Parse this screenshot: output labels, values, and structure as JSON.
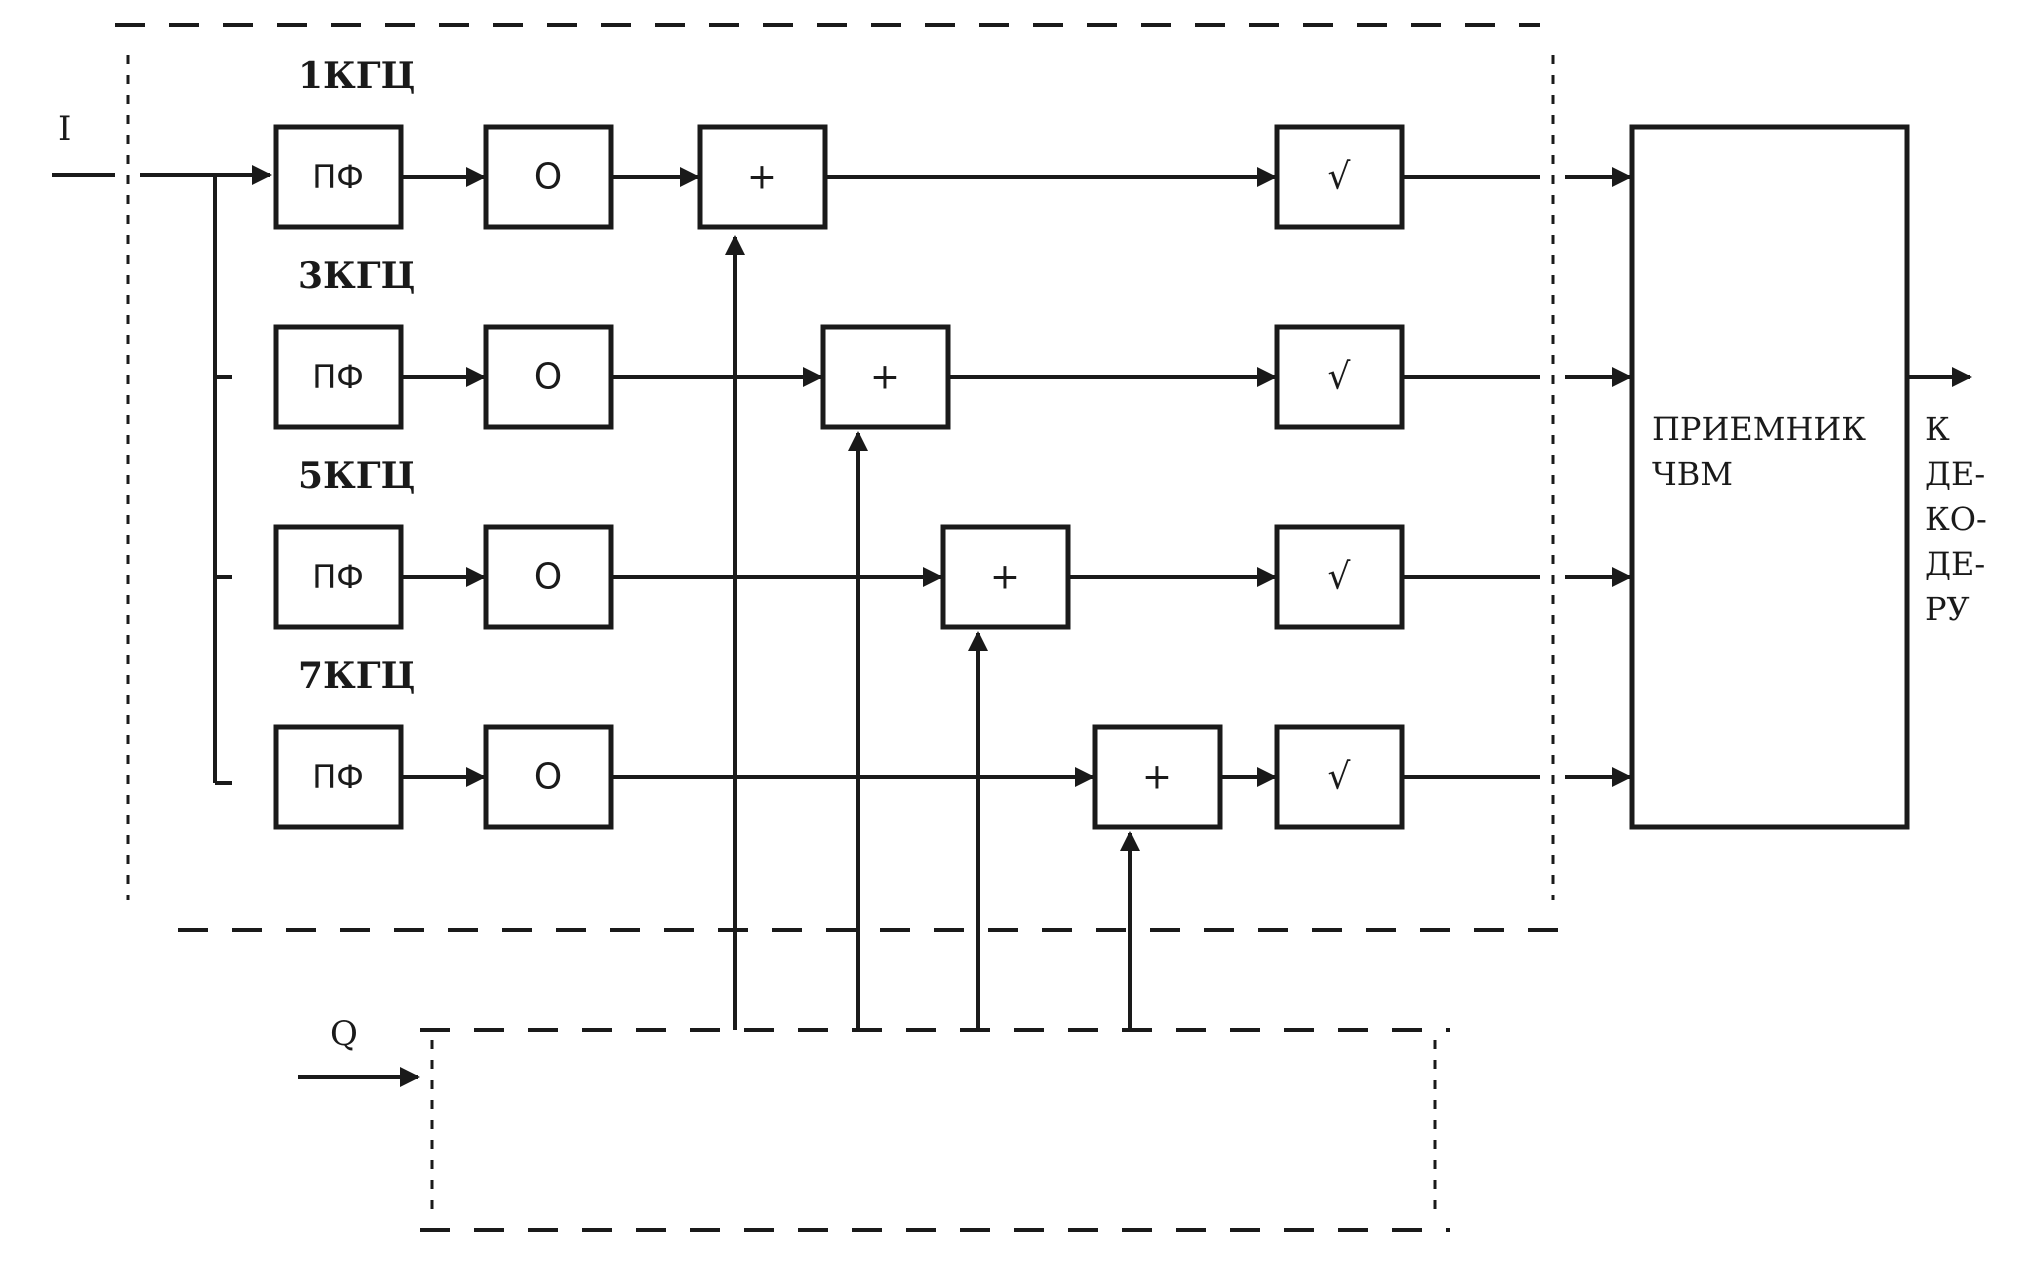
{
  "inputs": {
    "i_label": "I",
    "q_label": "Q"
  },
  "channels": [
    {
      "freq_label": "1КГЦ",
      "filter_label": "ПФ",
      "mixer_label": "О",
      "sum_label": "+",
      "root_label": "√"
    },
    {
      "freq_label": "3КГЦ",
      "filter_label": "ПФ",
      "mixer_label": "О",
      "sum_label": "+",
      "root_label": "√"
    },
    {
      "freq_label": "5КГЦ",
      "filter_label": "ПФ",
      "mixer_label": "О",
      "sum_label": "+",
      "root_label": "√"
    },
    {
      "freq_label": "7КГЦ",
      "filter_label": "ПФ",
      "mixer_label": "О",
      "sum_label": "+",
      "root_label": "√"
    }
  ],
  "receiver": {
    "line1": "ПРИЕМНИК",
    "line2": "ЧВМ"
  },
  "output": {
    "lines": [
      "К",
      "ДЕ-",
      "КО-",
      "ДЕ-",
      "РУ"
    ]
  }
}
